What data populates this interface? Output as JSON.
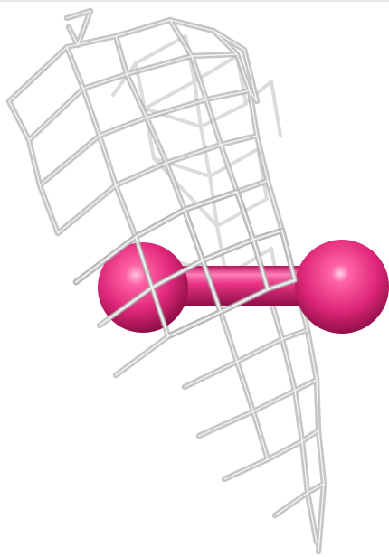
{
  "scene": {
    "type": "molecular-render",
    "background_color": "#ffffff",
    "cage_color": "#c8c8c8",
    "cage_highlight_color": "#f4f4f4",
    "molecule_color": "#e0287a",
    "molecule_highlight_color": "#ff9cc8",
    "molecule_shadow_color": "#9a0f4c",
    "objects": [
      {
        "name": "density-mesh-cage",
        "description_icon": "wireframe-mesh-icon"
      },
      {
        "name": "dumbbell-ligand",
        "description_icon": "ball-and-stick-icon"
      }
    ]
  }
}
